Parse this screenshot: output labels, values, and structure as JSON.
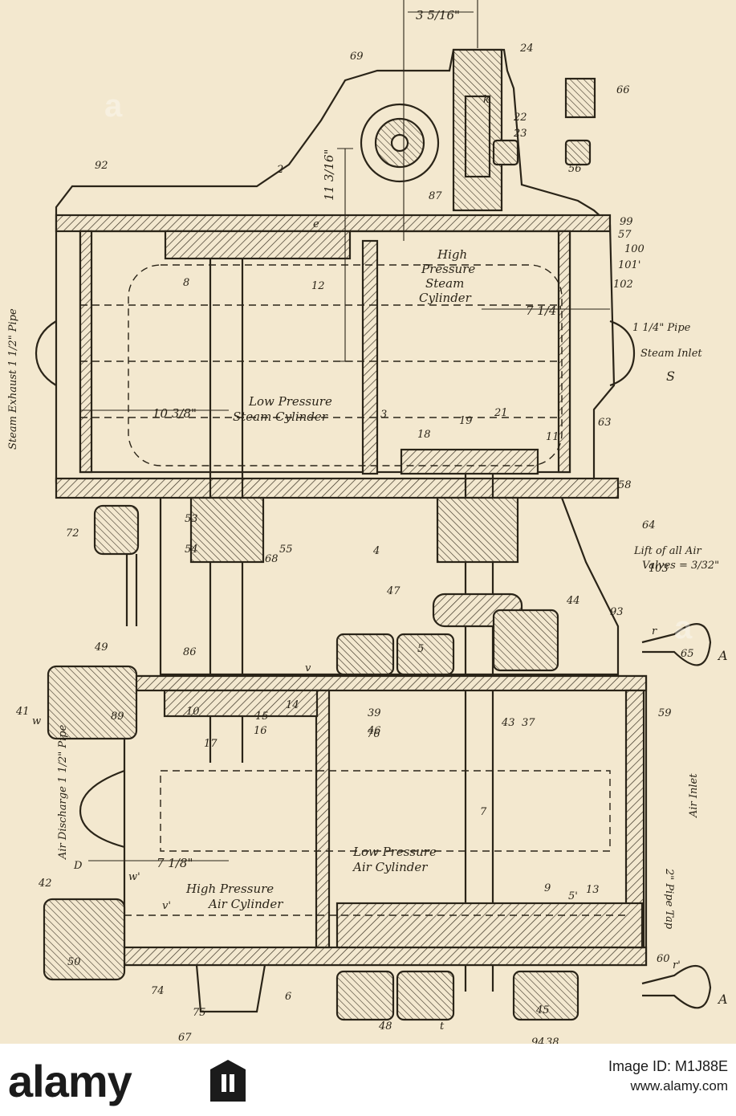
{
  "drawing": {
    "labels": {
      "dim_top": "3 5/16\"",
      "dim_left_height": "11 3/16\"",
      "dim_low_steam": "10 3/8\"",
      "dim_hp_steam": "7 1/4\"",
      "dim_air": "7 1/8\"",
      "hp_steam_cyl": [
        "High",
        "Pressure",
        "Steam",
        "Cylinder"
      ],
      "lp_steam_cyl": [
        "Low Pressure",
        "Steam Cylinder"
      ],
      "lp_air_cyl": [
        "Low Pressure",
        "Air Cylinder"
      ],
      "hp_air_cyl": [
        "High Pressure",
        "Air Cylinder"
      ],
      "steam_exhaust": "Steam Exhaust 1 1/2\" Pipe",
      "steam_inlet": [
        "1 1/4\" Pipe",
        "Steam Inlet",
        "S"
      ],
      "air_discharge": "Air Discharge 1 1/2\" Pipe",
      "lift_valves": [
        "Lift of all Air",
        "Valves = 3/32\""
      ],
      "pipe_tap": "2\" Pipe Tap",
      "air_inlet": "Air Inlet",
      "letter_a": "A"
    },
    "parts": [
      "2",
      "3",
      "4",
      "5",
      "5'",
      "6",
      "7",
      "8",
      "9",
      "10",
      "11",
      "12",
      "13",
      "14",
      "15",
      "16",
      "17",
      "18",
      "19",
      "21",
      "22",
      "23",
      "24",
      "37",
      "38",
      "39",
      "41",
      "42",
      "43",
      "44",
      "45",
      "46",
      "47",
      "48",
      "49",
      "50",
      "53",
      "54",
      "55",
      "56",
      "57",
      "58",
      "59",
      "60",
      "63",
      "64",
      "65",
      "66",
      "67",
      "68",
      "69",
      "72",
      "74",
      "75",
      "76",
      "86",
      "87",
      "89",
      "92",
      "93",
      "94",
      "99",
      "100",
      "101'",
      "102",
      "103",
      "e",
      "k",
      "r",
      "r'",
      "w",
      "w'",
      "v",
      "v'",
      "D",
      "t"
    ]
  },
  "footer": {
    "brand": "alamy",
    "line1": "Image ID: M1J88E",
    "line2": "www.alamy.com"
  }
}
